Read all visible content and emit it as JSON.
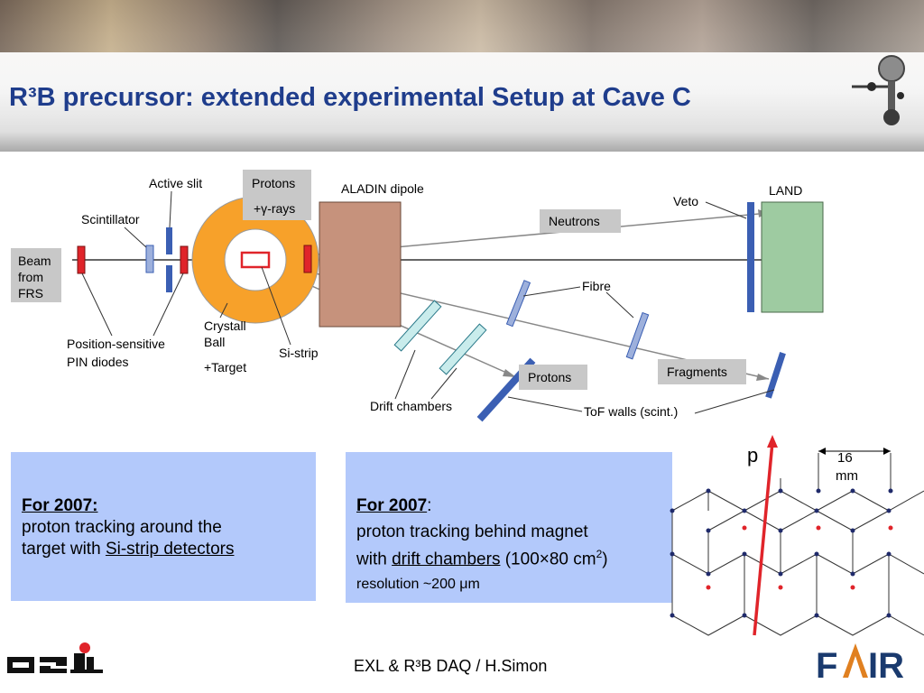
{
  "slide": {
    "title": "R³B precursor: extended experimental Setup at Cave C",
    "footer": "EXL & R³B DAQ / H.Simon"
  },
  "diagram": {
    "labels": {
      "beam": [
        "Beam",
        "from",
        "FRS"
      ],
      "scintillator": "Scintillator",
      "active_slit": "Active slit",
      "protons_top": "Protons",
      "gamma_rays": "+γ-rays",
      "aladin": "ALADIN dipole",
      "veto": "Veto",
      "land": "LAND",
      "neutrons": "Neutrons",
      "fibre": "Fibre",
      "crystal_ball": [
        "Crystall",
        "Ball"
      ],
      "target": "+Target",
      "si_strip": "Si-strip",
      "pin_diodes": [
        "Position-sensitive",
        "PIN diodes"
      ],
      "drift_chambers": "Drift chambers",
      "protons_bottom": "Protons",
      "fragments": "Fragments",
      "tof_walls": "ToF walls (scint.)"
    },
    "colors": {
      "detector_red": "#e0242a",
      "detector_blue": "#3b5fb3",
      "light_blue": "#9db0dc",
      "crystal_orange": "#f7a12a",
      "aladin_brown": "#c6927c",
      "land_green": "#9ecba1",
      "drift_cyan": "#c9ecec",
      "label_grey": "#c8c8c8"
    }
  },
  "box_left": {
    "heading": "For 2007:",
    "line1": "proton tracking around the",
    "line2_prefix": "target with ",
    "line2_link": "Si-strip detectors"
  },
  "box_right": {
    "heading": "For 2007",
    "heading_suffix": ":",
    "line1": "proton tracking behind magnet",
    "line2_prefix": "with ",
    "line2_link": "drift chambers",
    "line2_mid": " (100×80 cm",
    "line2_sup": "2",
    "line2_suffix": ")",
    "line3": "resolution ~200 μm"
  },
  "hex_inset": {
    "particle_label": "p",
    "dimension_value": "16",
    "dimension_unit": "mm"
  },
  "logos": {
    "gsi": "GSI",
    "fair": "FAIR"
  }
}
